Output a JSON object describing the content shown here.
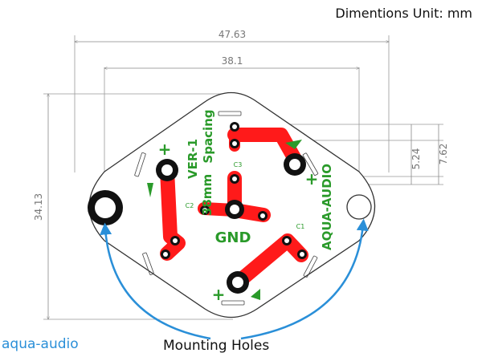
{
  "header": {
    "units_label": "Dimentions Unit: mm"
  },
  "footer": {
    "brand": "aqua-audio",
    "mounting_label": "Mounting Holes"
  },
  "dimensions": {
    "overall_width": "47.63",
    "hole_spacing": "38.1",
    "height": "34.13",
    "spacing_small": "5.24",
    "spacing_large": "7.62"
  },
  "board": {
    "model_line1": "VER-1",
    "model_line2": "Spacing",
    "spacing_text": "38mm",
    "brand_text": "AQUA-AUDIO",
    "gnd_label": "GND",
    "plus_symbol": "+",
    "c1": "C1",
    "c2": "C2",
    "c3": "C3"
  },
  "colors": {
    "board_outline": "#333333",
    "trace": "#ff1a1a",
    "silkscreen": "#2a9a2a",
    "arrow": "#2a8fd8",
    "dimension_line": "#888888"
  }
}
